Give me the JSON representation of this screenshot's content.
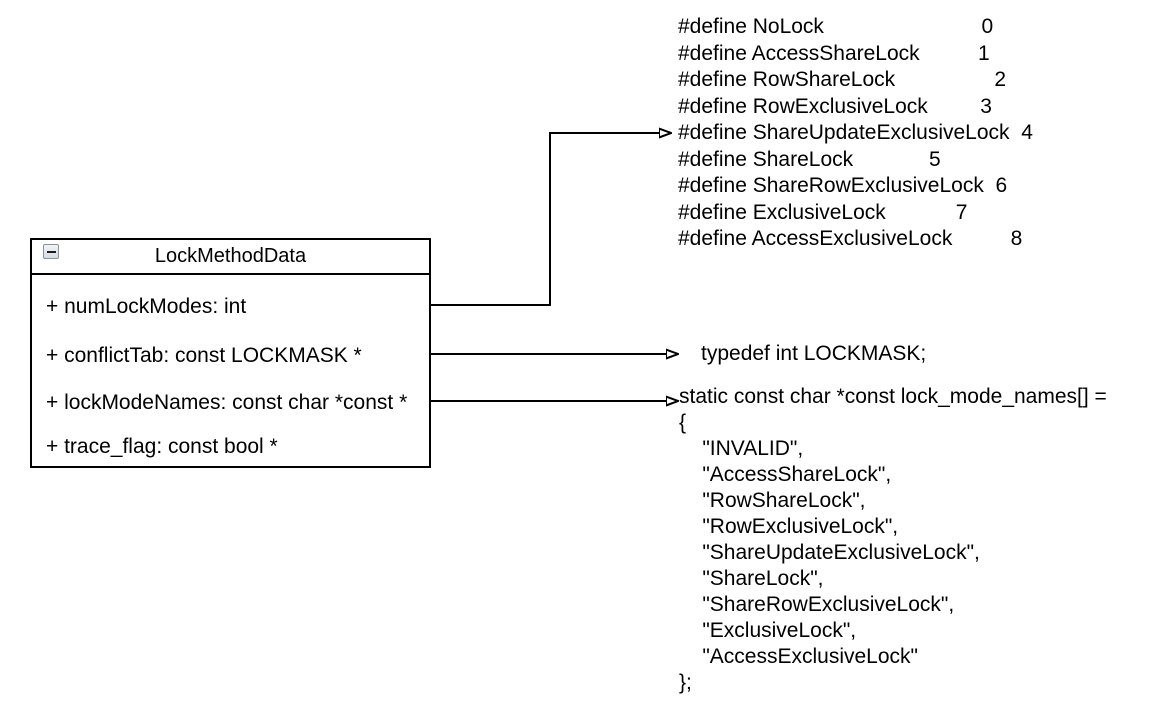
{
  "class_box": {
    "title": "LockMethodData",
    "collapse_icon": "minus-icon",
    "fields": [
      {
        "label": "+ numLockModes: int"
      },
      {
        "label": "+ conflictTab: const LOCKMASK *"
      },
      {
        "label": "+ lockModeNames: const char *const *"
      },
      {
        "label": "+ trace_flag: const bool *"
      }
    ]
  },
  "defines": {
    "lines": [
      "#define NoLock                           0",
      "#define AccessShareLock          1",
      "#define RowShareLock                 2",
      "#define RowExclusiveLock         3",
      "#define ShareUpdateExclusiveLock  4",
      "#define ShareLock             5",
      "#define ShareRowExclusiveLock  6",
      "#define ExclusiveLock            7",
      "#define AccessExclusiveLock          8"
    ],
    "entries": [
      {
        "name": "NoLock",
        "value": "0"
      },
      {
        "name": "AccessShareLock",
        "value": "1"
      },
      {
        "name": "RowShareLock",
        "value": "2"
      },
      {
        "name": "RowExclusiveLock",
        "value": "3"
      },
      {
        "name": "ShareUpdateExclusiveLock",
        "value": "4"
      },
      {
        "name": "ShareLock",
        "value": "5"
      },
      {
        "name": "ShareRowExclusiveLock",
        "value": "6"
      },
      {
        "name": "ExclusiveLock",
        "value": "7"
      },
      {
        "name": "AccessExclusiveLock",
        "value": "8"
      }
    ]
  },
  "typedef_block": {
    "text": "typedef int LOCKMASK;"
  },
  "array_block": {
    "lines": [
      "static const char *const lock_mode_names[] =",
      "{",
      "    \"INVALID\",",
      "    \"AccessShareLock\",",
      "    \"RowShareLock\",",
      "    \"RowExclusiveLock\",",
      "    \"ShareUpdateExclusiveLock\",",
      "    \"ShareLock\",",
      "    \"ShareRowExclusiveLock\",",
      "    \"ExclusiveLock\",",
      "    \"AccessExclusiveLock\"",
      "};"
    ]
  },
  "connectors": [
    {
      "from": "numLockModes",
      "to": "defines-block"
    },
    {
      "from": "conflictTab",
      "to": "typedef-block"
    },
    {
      "from": "lockModeNames",
      "to": "array-block"
    }
  ],
  "colors": {
    "background": "#ffffff",
    "line": "#000000",
    "box_border": "#000000",
    "box_fill": "#ffffff",
    "text": "#000000",
    "collapse_button_bg": "#e3e7ec",
    "collapse_button_border": "#8a929c"
  }
}
